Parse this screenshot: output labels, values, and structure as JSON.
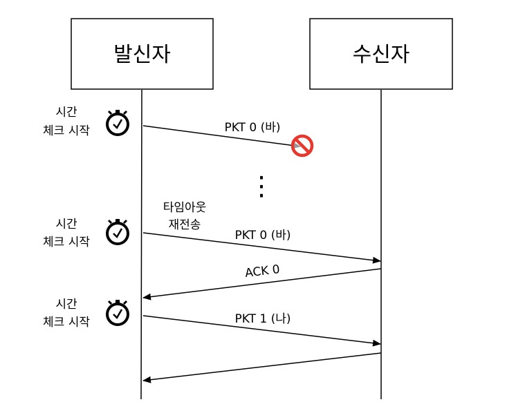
{
  "sender": {
    "label": "발신자"
  },
  "receiver": {
    "label": "수신자"
  },
  "timers": [
    {
      "line1": "시간",
      "line2": "체크 시작",
      "icon": "stopwatch-icon"
    },
    {
      "line1": "시간",
      "line2": "체크 시작",
      "icon": "stopwatch-icon"
    },
    {
      "line1": "시간",
      "line2": "체크 시작",
      "icon": "stopwatch-icon"
    }
  ],
  "timeout_note": {
    "line1": "타임아웃",
    "line2": "재전송"
  },
  "messages": [
    {
      "label": "PKT 0 (바)",
      "direction": "to-receiver",
      "lost": true
    },
    {
      "label": "PKT 0 (바)",
      "direction": "to-receiver",
      "lost": false
    },
    {
      "label": "ACK 0",
      "direction": "to-sender",
      "lost": false
    },
    {
      "label": "PKT 1 (나)",
      "direction": "to-receiver",
      "lost": false
    },
    {
      "label": "",
      "direction": "to-sender",
      "lost": false
    }
  ],
  "ellipsis": "⋮",
  "colors": {
    "line": "#000000",
    "box_fill": "#ffffff",
    "lost_icon_red": "#e8372c",
    "lost_icon_bg": "#ffffff"
  }
}
